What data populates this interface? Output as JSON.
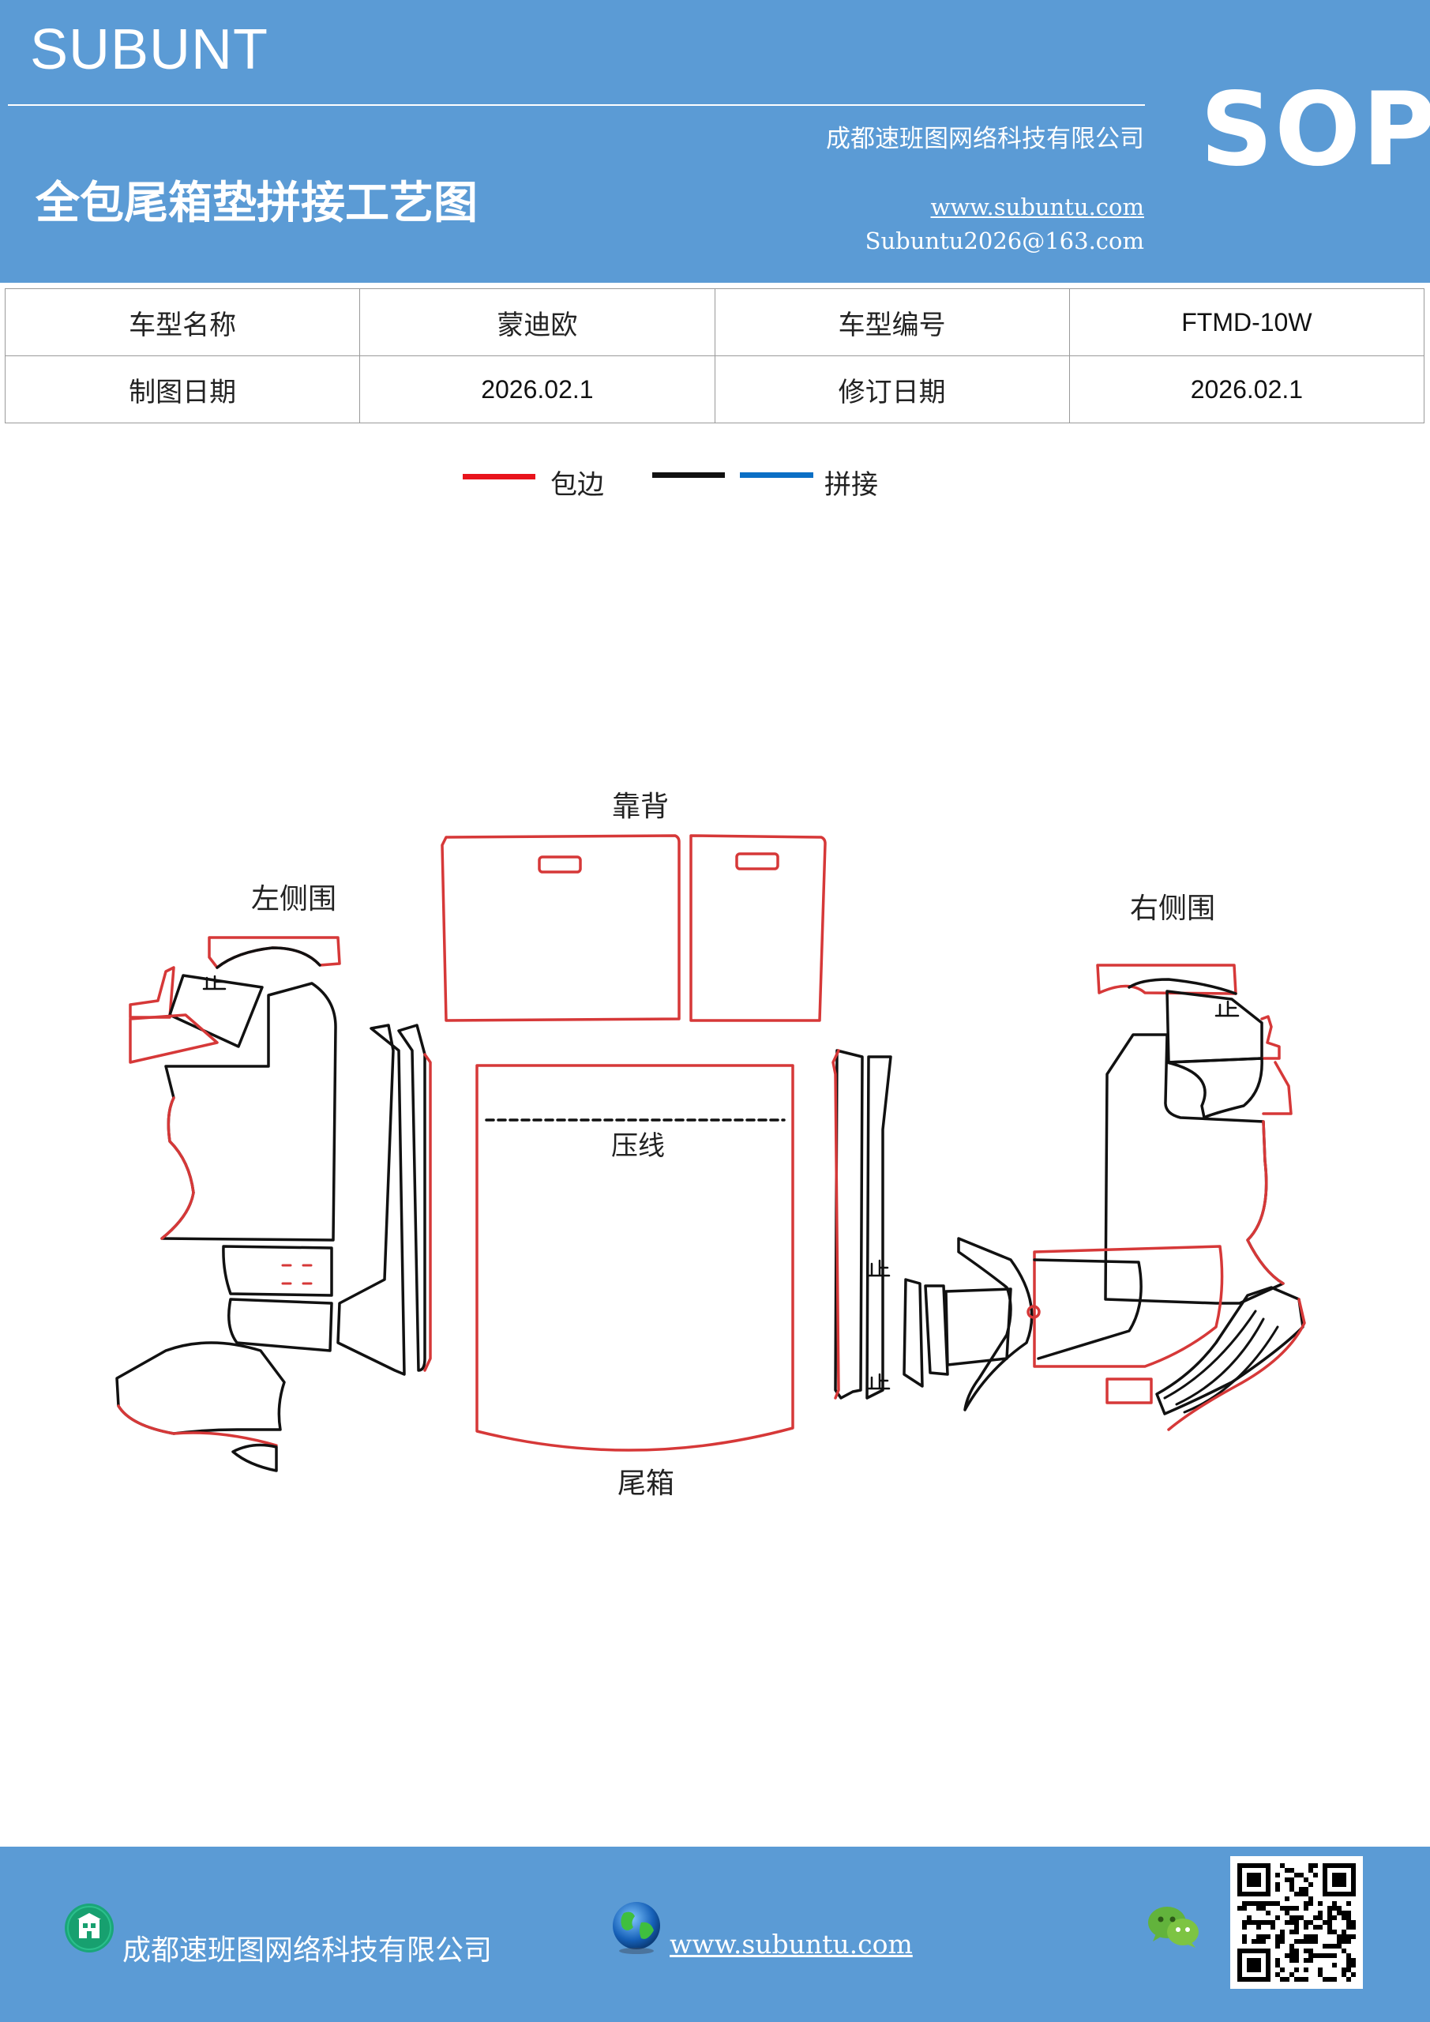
{
  "header": {
    "brand": "SUBUNT",
    "company": "成都速班图网络科技有限公司",
    "title": "全包尾箱垫拼接工艺图",
    "website": "www.subuntu.com",
    "email": "Subuntu2026@163.com",
    "badge": "SOP"
  },
  "info_table": {
    "row1": {
      "label1": "车型名称",
      "value1": "蒙迪欧",
      "label2": "车型编号",
      "value2": "FTMD-10W"
    },
    "row2": {
      "label1": "制图日期",
      "value1": "2026.02.1",
      "label2": "修订日期",
      "value2": "2026.02.1"
    }
  },
  "legend": {
    "edge_label": "包边",
    "splice_label": "拼接",
    "colors": {
      "edge": "#e8141c",
      "black": "#111111",
      "splice": "#0b6fc5"
    }
  },
  "diagram": {
    "backrest": "靠背",
    "left_side": "左侧围",
    "right_side": "右侧围",
    "crease": "压线",
    "trunk": "尾箱",
    "mark": "止"
  },
  "footer": {
    "company": "成都速班图网络科技有限公司",
    "website": "www.subuntu.com",
    "icons": [
      "building-icon",
      "globe-icon",
      "wechat-icon",
      "qr-code"
    ]
  }
}
